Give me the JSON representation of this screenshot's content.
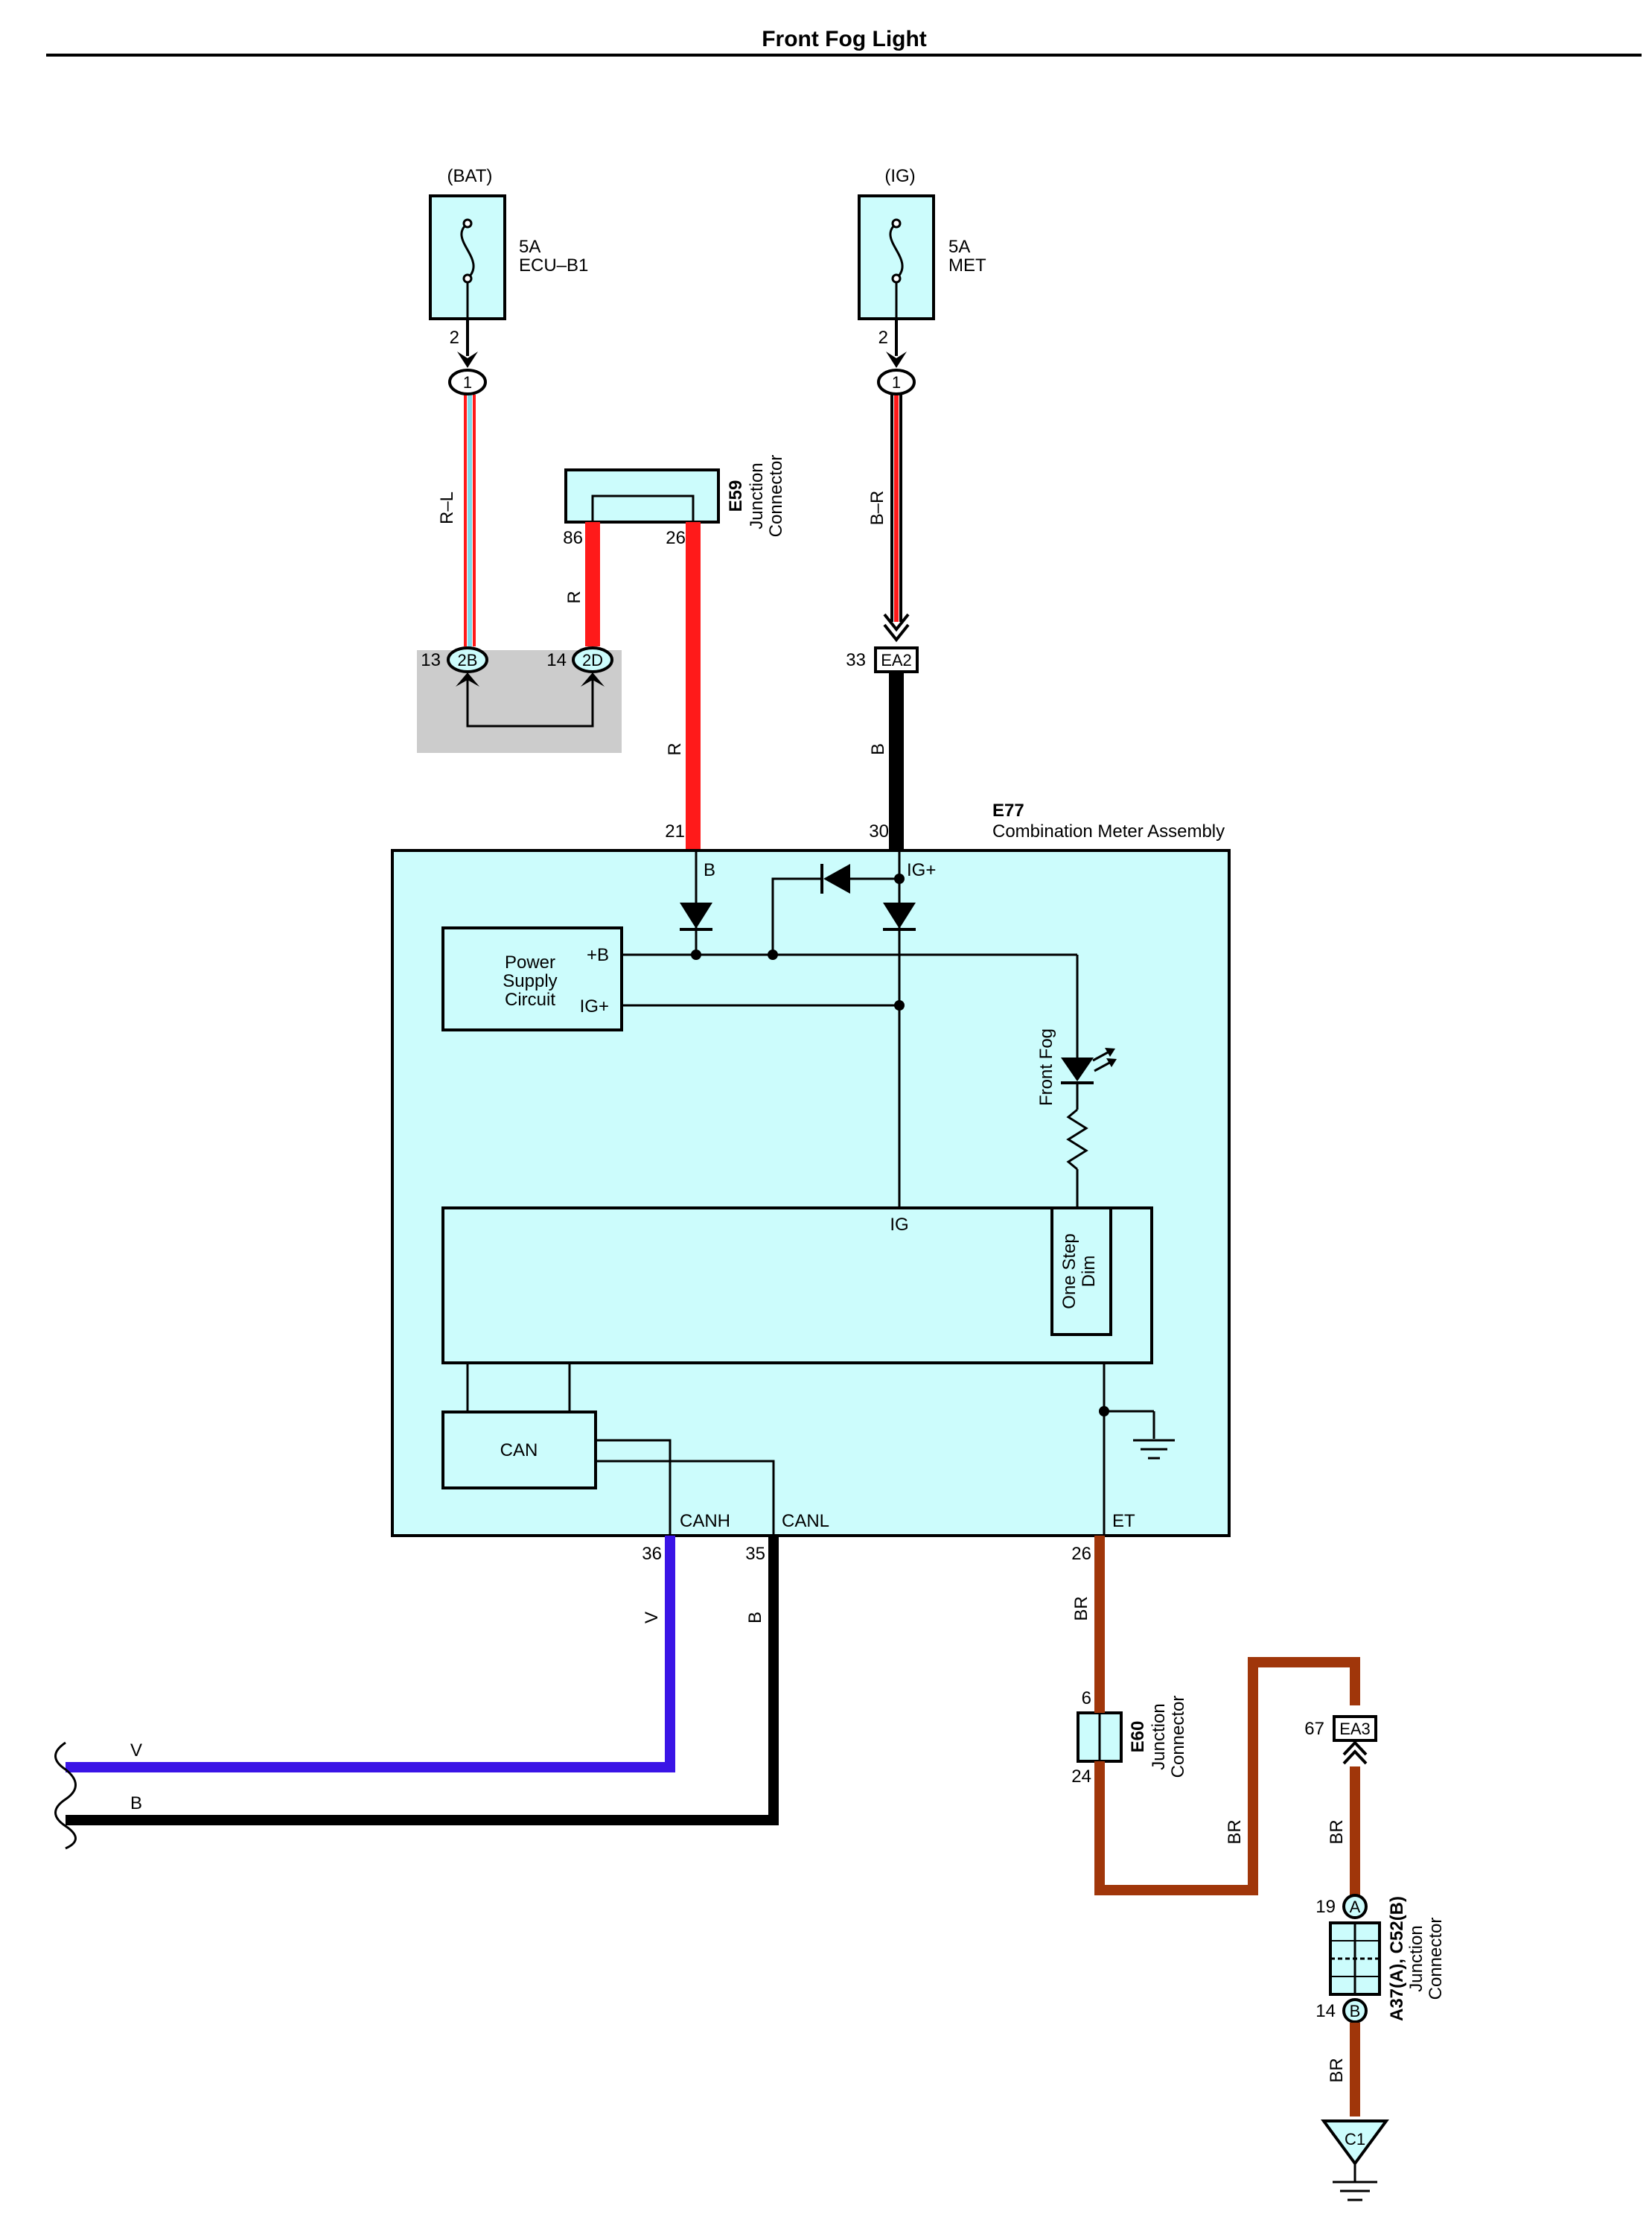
{
  "title": "Front Fog Light",
  "colors": {
    "meter_fill": "#ccfcfc",
    "red": "#ff1a1a",
    "light_blue": "#7fd8e8",
    "black": "#000000",
    "violet": "#3a14e6",
    "brown": "#a0360a",
    "gray_box": "#cccccc"
  },
  "fuses": {
    "bat": {
      "source": "(BAT)",
      "amp": "5A",
      "name": "ECU–B1",
      "pin": "2",
      "connector": "1"
    },
    "ig": {
      "source": "(IG)",
      "amp": "5A",
      "name": "MET",
      "pin": "2",
      "connector": "1"
    }
  },
  "wires": {
    "rl": "R–L",
    "r_left": "R",
    "r_main": "R",
    "br_fuse": "B–R",
    "b_main": "B",
    "v_can": "V",
    "b_can": "B",
    "v_bus": "V",
    "b_bus": "B",
    "br_et": "BR",
    "br_loop": "BR",
    "br_ea3": "BR",
    "br_ground": "BR"
  },
  "e59": {
    "id": "E59",
    "line1": "Junction",
    "line2": "Connector",
    "pin_left": "86",
    "pin_right": "26"
  },
  "gray_junction": {
    "pin_left_num": "13",
    "pin_left_conn": "2B",
    "pin_right_num": "14",
    "pin_right_conn": "2D"
  },
  "ea2": {
    "pin": "33",
    "label": "EA2"
  },
  "meter": {
    "id": "E77",
    "name": "Combination Meter Assembly",
    "pin_b": "21",
    "pin_b_label": "B",
    "pin_ig": "30",
    "pin_ig_label": "IG+",
    "power_supply": [
      "Power",
      "Supply",
      "Circuit"
    ],
    "ps_plus_b": "+B",
    "ps_ig": "IG+",
    "front_fog": "Front Fog",
    "ig_label": "IG",
    "one_step_dim": [
      "One Step",
      "Dim"
    ],
    "can": "CAN",
    "canh": "CANH",
    "canl": "CANL",
    "et": "ET",
    "pin_canh": "36",
    "pin_canl": "35",
    "pin_et": "26"
  },
  "e60": {
    "id": "E60",
    "line1": "Junction",
    "line2": "Connector",
    "pin_top": "6",
    "pin_bottom": "24"
  },
  "ea3": {
    "pin": "67",
    "label": "EA3"
  },
  "a37": {
    "id": "A37(A), C52(B)",
    "line1": "Junction",
    "line2": "Connector",
    "pin_top": "19",
    "conn_top": "A",
    "pin_bottom": "14",
    "conn_bottom": "B"
  },
  "ground": {
    "label": "C1"
  }
}
